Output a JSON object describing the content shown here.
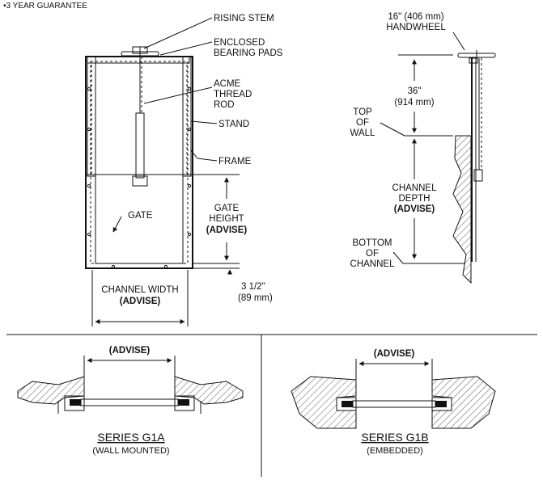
{
  "header": {
    "guarantee": "•3 YEAR GUARANTEE"
  },
  "front_view": {
    "rising_stem": "RISING STEM",
    "bearing_pads": [
      "ENCLOSED",
      "BEARING PADS"
    ],
    "acme_rod": [
      "ACME",
      "THREAD",
      "ROD"
    ],
    "stand": "STAND",
    "frame": "FRAME",
    "gate": "GATE",
    "gate_height": [
      "GATE",
      "HEIGHT",
      "(ADVISE)"
    ],
    "offset": [
      "3 1/2\"",
      "(89 mm)"
    ],
    "channel_width": [
      "CHANNEL WIDTH",
      "(ADVISE)"
    ]
  },
  "side_view": {
    "handwheel": [
      "16\" (406 mm)",
      "HANDWHEEL"
    ],
    "height": [
      "36\"",
      "(914 mm)"
    ],
    "top_of_wall": [
      "TOP",
      "OF",
      "WALL"
    ],
    "channel_depth": [
      "CHANNEL",
      "DEPTH",
      "(ADVISE)"
    ],
    "bottom_of_channel": [
      "BOTTOM",
      "OF",
      "CHANNEL"
    ]
  },
  "sections": [
    {
      "advise": "(ADVISE)",
      "series": "SERIES G1A",
      "mounting": "(WALL MOUNTED)"
    },
    {
      "advise": "(ADVISE)",
      "series": "SERIES G1B",
      "mounting": "(EMBEDDED)"
    }
  ]
}
